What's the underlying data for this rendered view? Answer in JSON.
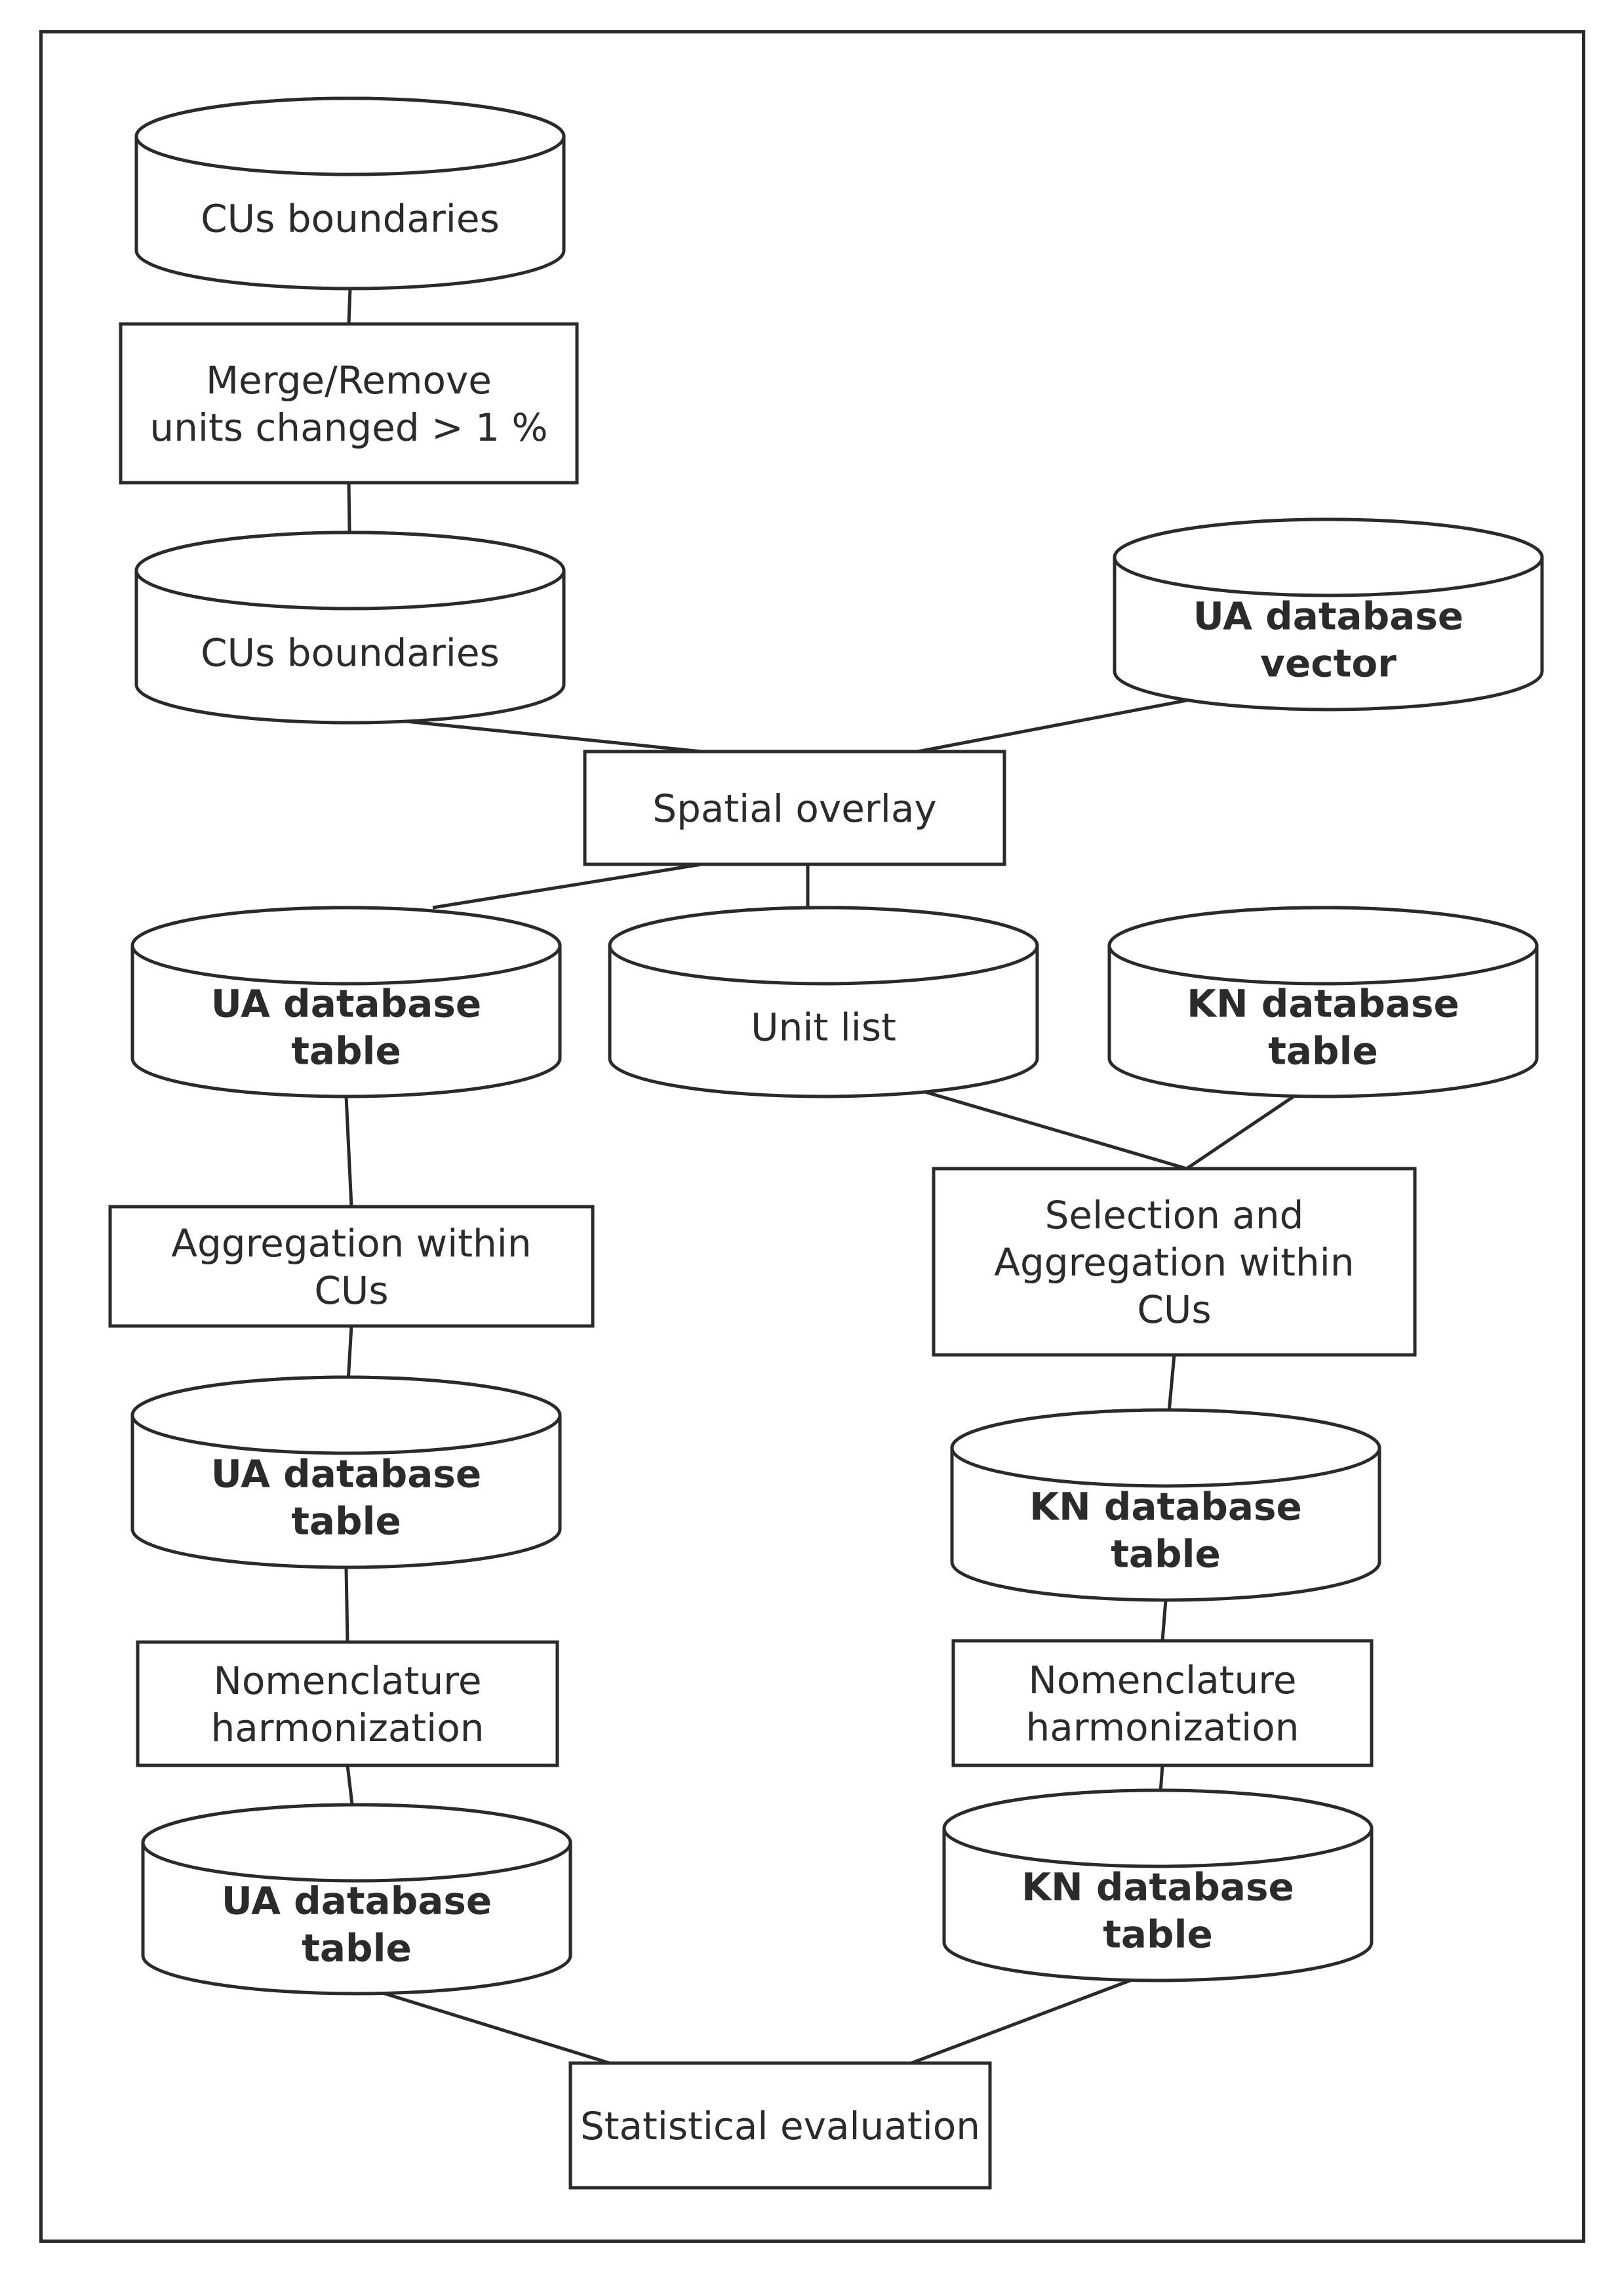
{
  "diagram": {
    "nodes": [
      {
        "id": "cus1",
        "shape": "cylinder",
        "lines": [
          "CUs  boundaries"
        ],
        "bold": false
      },
      {
        "id": "merge",
        "shape": "box",
        "lines": [
          "Merge/Remove",
          "units changed > 1 %"
        ],
        "bold": false
      },
      {
        "id": "cus2",
        "shape": "cylinder",
        "lines": [
          "CUs  boundaries"
        ],
        "bold": false
      },
      {
        "id": "ua_vec",
        "shape": "cylinder",
        "lines": [
          "UA database",
          "vector"
        ],
        "bold": true
      },
      {
        "id": "overlay",
        "shape": "box",
        "lines": [
          "Spatial overlay"
        ],
        "bold": false
      },
      {
        "id": "ua_t1",
        "shape": "cylinder",
        "lines": [
          "UA database",
          "table"
        ],
        "bold": true
      },
      {
        "id": "unitlist",
        "shape": "cylinder",
        "lines": [
          "Unit list"
        ],
        "bold": false
      },
      {
        "id": "kn_t1",
        "shape": "cylinder",
        "lines": [
          "KN database",
          "table"
        ],
        "bold": true
      },
      {
        "id": "agg",
        "shape": "box",
        "lines": [
          "Aggregation within",
          "CUs"
        ],
        "bold": false
      },
      {
        "id": "selagg",
        "shape": "box",
        "lines": [
          "Selection and",
          "Aggregation within",
          "CUs"
        ],
        "bold": false
      },
      {
        "id": "ua_t2",
        "shape": "cylinder",
        "lines": [
          "UA database",
          "table"
        ],
        "bold": true
      },
      {
        "id": "kn_t2",
        "shape": "cylinder",
        "lines": [
          "KN database",
          "table"
        ],
        "bold": true
      },
      {
        "id": "nom_l",
        "shape": "box",
        "lines": [
          "Nomenclature",
          "harmonization"
        ],
        "bold": false
      },
      {
        "id": "nom_r",
        "shape": "box",
        "lines": [
          "Nomenclature",
          "harmonization"
        ],
        "bold": false
      },
      {
        "id": "ua_t3",
        "shape": "cylinder",
        "lines": [
          "UA database",
          "table"
        ],
        "bold": true
      },
      {
        "id": "kn_t3",
        "shape": "cylinder",
        "lines": [
          "KN database",
          "table"
        ],
        "bold": true
      },
      {
        "id": "stat",
        "shape": "box",
        "lines": [
          "Statistical evaluation"
        ],
        "bold": false
      }
    ],
    "edges": [
      {
        "from": "cus1",
        "to": "merge"
      },
      {
        "from": "merge",
        "to": "cus2"
      },
      {
        "from": "cus2",
        "to": "overlay"
      },
      {
        "from": "ua_vec",
        "to": "overlay"
      },
      {
        "from": "overlay",
        "to": "ua_t1"
      },
      {
        "from": "overlay",
        "to": "unitlist"
      },
      {
        "from": "unitlist",
        "to": "selagg"
      },
      {
        "from": "kn_t1",
        "to": "selagg"
      },
      {
        "from": "ua_t1",
        "to": "agg"
      },
      {
        "from": "agg",
        "to": "ua_t2"
      },
      {
        "from": "selagg",
        "to": "kn_t2"
      },
      {
        "from": "ua_t2",
        "to": "nom_l"
      },
      {
        "from": "kn_t2",
        "to": "nom_r"
      },
      {
        "from": "nom_l",
        "to": "ua_t3"
      },
      {
        "from": "nom_r",
        "to": "kn_t3"
      },
      {
        "from": "ua_t3",
        "to": "stat"
      },
      {
        "from": "kn_t3",
        "to": "stat"
      }
    ]
  }
}
